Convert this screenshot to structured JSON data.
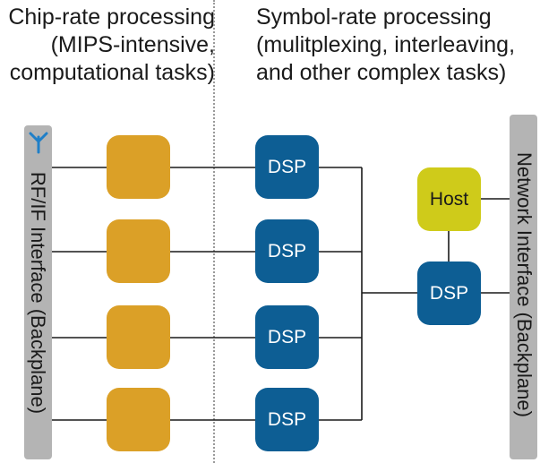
{
  "headers": {
    "chip": [
      "Chip-rate processing",
      "(MIPS-intensive,",
      "computational tasks)"
    ],
    "symbol": [
      "Symbol-rate processing",
      "(mulitplexing, interleaving,",
      "and other complex tasks)"
    ]
  },
  "interfaces": {
    "rf": "RF/IF Interface (Backplane)",
    "network": "Network Interface (Backplane)"
  },
  "dsp_label": "DSP",
  "host_label": "Host",
  "colors": {
    "chip_block": "#dba027",
    "dsp_block": "#0d5e94",
    "host_block": "#cfcb1a",
    "interface_bar": "#b4b4b4",
    "antenna": "#1f7fc8"
  }
}
